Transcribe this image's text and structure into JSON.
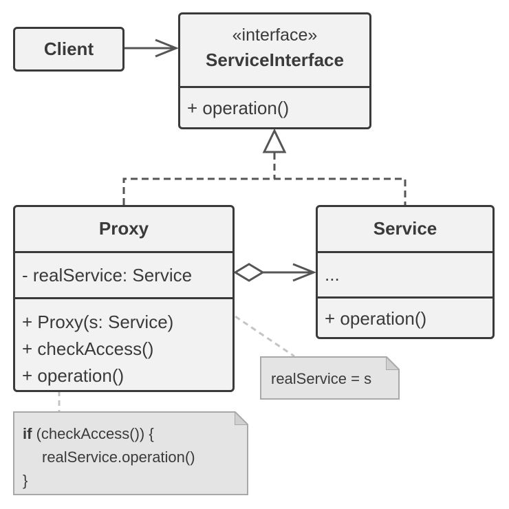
{
  "client": {
    "title": "Client"
  },
  "service_interface": {
    "stereotype": "«interface»",
    "title": "ServiceInterface",
    "methods": [
      "+ operation()"
    ]
  },
  "proxy": {
    "title": "Proxy",
    "fields": [
      "- realService: Service"
    ],
    "methods": [
      "+ Proxy(s: Service)",
      "+ checkAccess()",
      "+ operation()"
    ]
  },
  "service": {
    "title": "Service",
    "fields": [
      "..."
    ],
    "methods": [
      "+ operation()"
    ]
  },
  "notes": {
    "constructor_note": "realService = s",
    "operation_note": {
      "line1_keyword": "if",
      "line1_rest": " (checkAccess()) {",
      "line2": "realService.operation()",
      "line3": "}"
    }
  },
  "colors": {
    "box_fill": "#f2f2f2",
    "stroke": "#3a3a3a",
    "note_fill": "#e4e4e4",
    "note_stroke": "#a8a8a8"
  }
}
